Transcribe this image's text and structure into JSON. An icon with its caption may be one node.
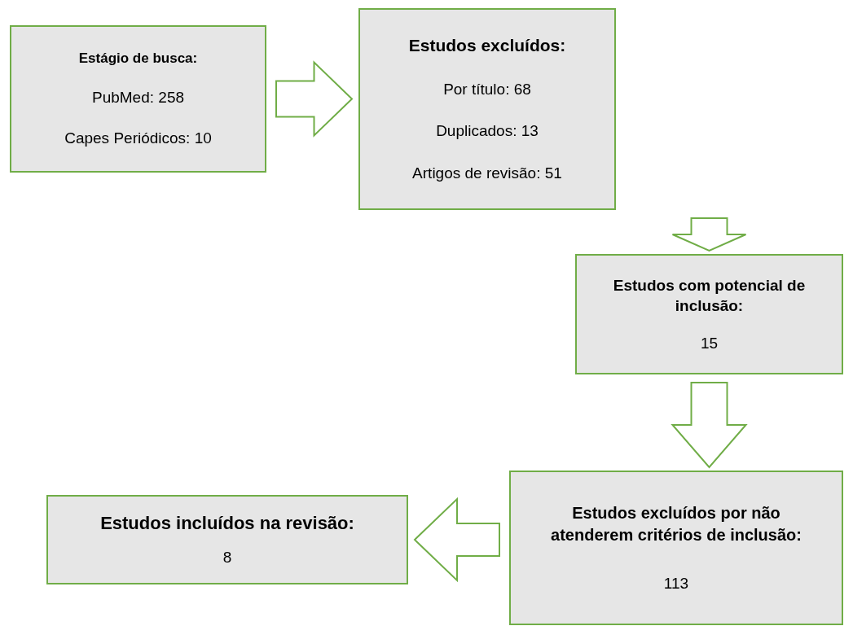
{
  "diagram": {
    "nodes": [
      {
        "text": [
          "Estágio de busca:",
          "PubMed: 258",
          "Capes Periódicos: 10"
        ]
      },
      {
        "text": [
          "Estudos excluídos:",
          "Por título: 68",
          "Duplicados: 13",
          "Artigos de revisão: 51"
        ]
      },
      {
        "text": [
          "Estudos com potencial de inclusão:",
          "15"
        ]
      },
      {
        "text": [
          "Estudos excluídos por não atenderem critérios de inclusão:",
          "113"
        ]
      },
      {
        "text": [
          "Estudos incluídos na revisão:",
          "8"
        ]
      }
    ],
    "edges": [
      {
        "from": 0,
        "to": 1,
        "arrow": "to"
      },
      {
        "from": 1,
        "to": 2,
        "arrow": "to"
      },
      {
        "from": 2,
        "to": 3,
        "arrow": "to"
      },
      {
        "from": 3,
        "to": 4,
        "arrow": "to"
      }
    ]
  }
}
